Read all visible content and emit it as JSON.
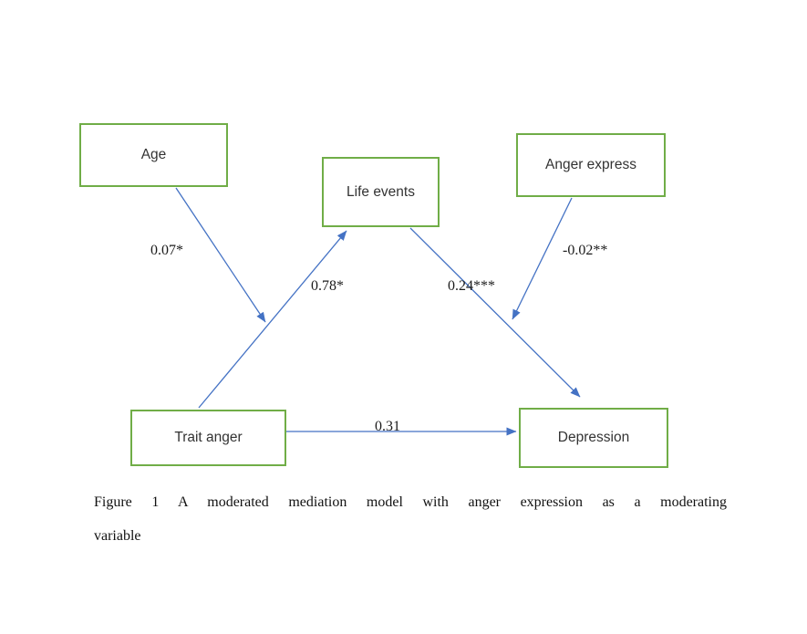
{
  "figure": {
    "type": "moderated-mediation-path-diagram",
    "background_color": "#ffffff",
    "box_border_color": "#70AD47",
    "arrow_color": "#4472C4",
    "nodes": [
      {
        "id": "age",
        "label": "Age"
      },
      {
        "id": "life-events",
        "label": "Life events"
      },
      {
        "id": "anger-express",
        "label": "Anger express"
      },
      {
        "id": "trait-anger",
        "label": "Trait anger"
      },
      {
        "id": "depression",
        "label": "Depression"
      }
    ],
    "paths": [
      {
        "from": "Age",
        "to": "Trait anger to Life events path",
        "coefficient": "0.07*"
      },
      {
        "from": "Trait anger",
        "to": "Life events",
        "coefficient": "0.78*"
      },
      {
        "from": "Life events",
        "to": "Depression",
        "coefficient": "0.24***"
      },
      {
        "from": "Anger express",
        "to": "Life events to Depression path",
        "coefficient": "-0.02**"
      },
      {
        "from": "Trait anger",
        "to": "Depression",
        "coefficient": "0.31"
      }
    ]
  },
  "caption": {
    "line1": "Figure 1 A moderated mediation model with anger expression as a moderating",
    "line2": "variable",
    "full_text": "Figure 1 A moderated mediation model with anger expression as a moderating variable"
  }
}
